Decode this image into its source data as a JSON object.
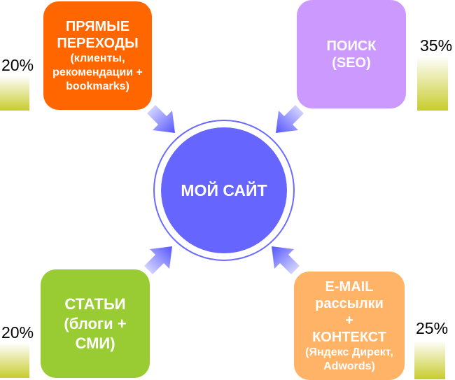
{
  "center": {
    "label": "МОЙ САЙТ",
    "color": "#6666ff"
  },
  "sources": [
    {
      "title": [
        "ПРЯМЫЕ",
        "ПЕРЕХОДЫ"
      ],
      "details": [
        "(клиенты,",
        "рекомендации +",
        "bookmarks)"
      ],
      "percent": "20%",
      "color": "#ff6600"
    },
    {
      "title": [
        "ПОИСК",
        "(SEO)"
      ],
      "details": [],
      "percent": "35%",
      "color": "#cc99ff"
    },
    {
      "title": [
        "СТАТЬИ",
        "(блоги +",
        "СМИ)"
      ],
      "details": [],
      "percent": "20%",
      "color": "#99cc33"
    },
    {
      "title": [
        "E-MAIL",
        "рассылки",
        "+",
        "КОНТЕКСТ"
      ],
      "details": [
        "(Яндекс Директ,",
        "Adwords)"
      ],
      "percent": "25%",
      "color": "#ffb366"
    }
  ]
}
